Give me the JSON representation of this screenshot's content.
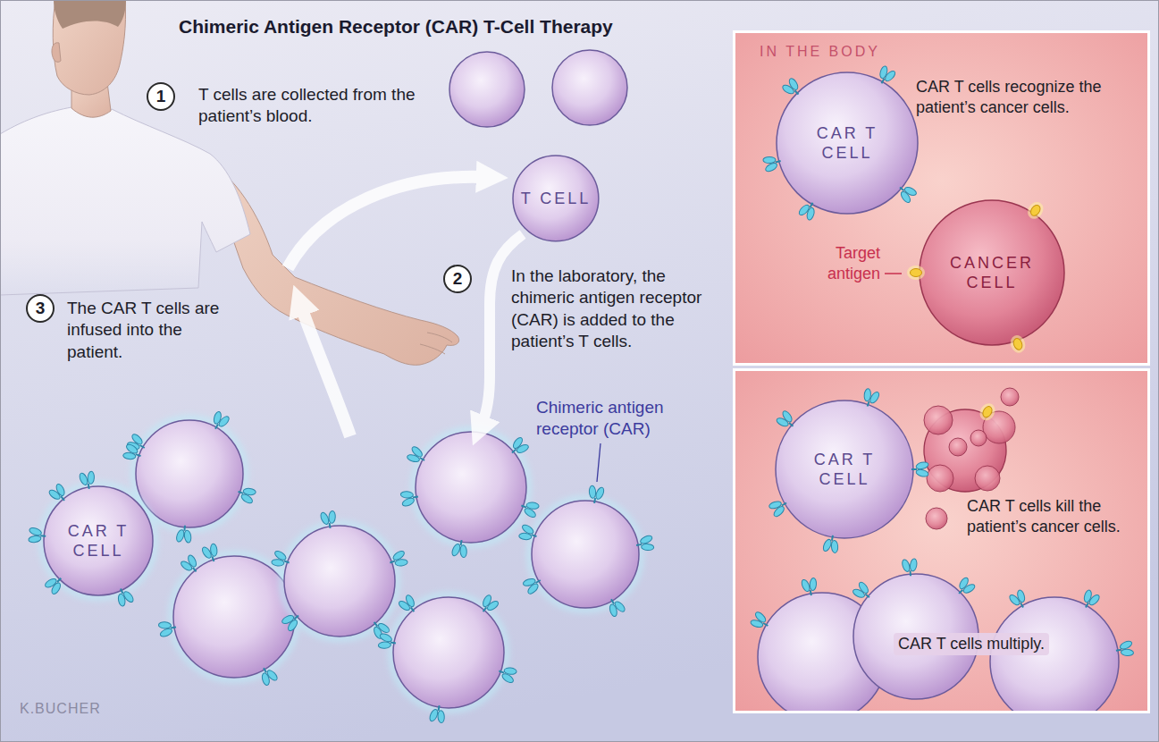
{
  "diagram": {
    "title": "Chimeric Antigen Receptor (CAR) T-Cell Therapy",
    "nodes": [
      {
        "text": [
          "T CELL"
        ]
      },
      {
        "text": [
          "CAR T CELL"
        ]
      },
      {
        "text": [
          "IN THE BODY",
          "CAR T cells recognize the patient’s cancer cells."
        ]
      },
      {
        "text": [
          "CAR T CELL"
        ],
        "in": 2
      },
      {
        "text": [
          "CANCER CELL"
        ],
        "in": 2
      },
      {
        "text": [
          "CAR T cells kill the patient’s cancer cells.",
          "CAR T cells multiply."
        ]
      },
      {
        "text": [
          "CAR T CELL"
        ],
        "in": 5
      }
    ],
    "labels": [
      "1",
      "T cells are collected from the patient’s blood.",
      "2",
      "In the laboratory, the chimeric antigen receptor (CAR) is added to the patient’s T cells.",
      "3",
      "The CAR T cells are infused into the patient.",
      "Chimeric antigen receptor (CAR)",
      "Target antigen",
      "K.BUCHER"
    ]
  }
}
